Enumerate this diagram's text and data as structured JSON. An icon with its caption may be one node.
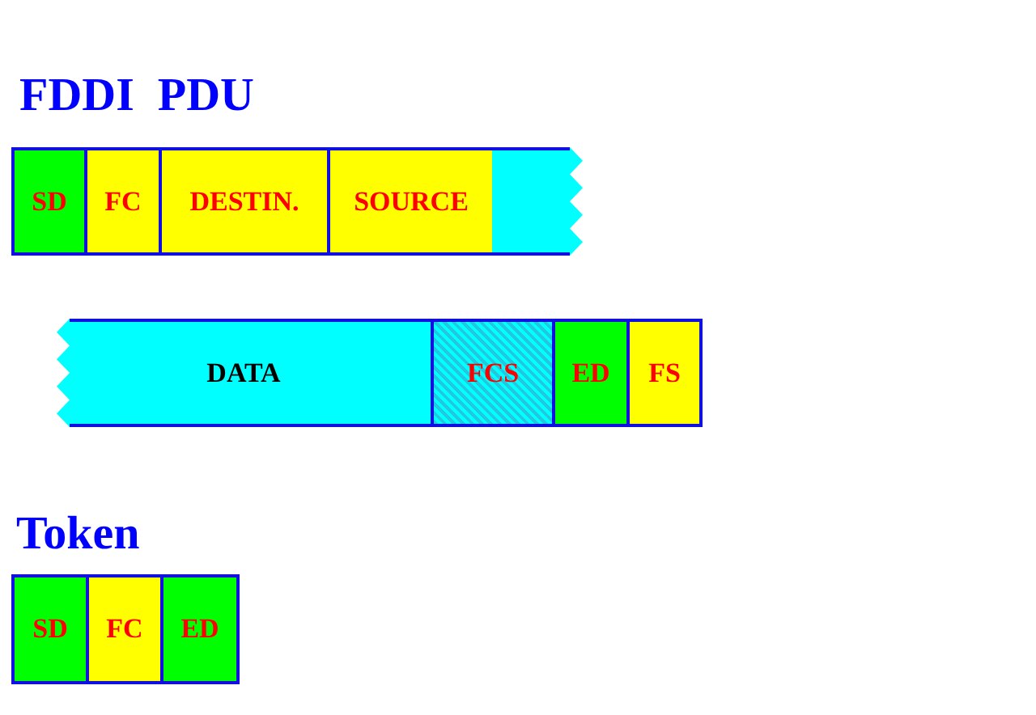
{
  "diagram": {
    "nodes": [
      {
        "text": [
          "SD"
        ]
      },
      {
        "text": [
          "FC"
        ]
      },
      {
        "text": [
          "DESTIN."
        ]
      },
      {
        "text": [
          "SOURCE"
        ]
      },
      {
        "text": [],
        "shape": "box"
      },
      {
        "text": [
          "DATA"
        ]
      },
      {
        "text": [
          "FCS"
        ]
      },
      {
        "text": [
          "ED"
        ]
      },
      {
        "text": [
          "FS"
        ]
      },
      {
        "text": [
          "SD"
        ]
      },
      {
        "text": [
          "FC"
        ]
      },
      {
        "text": [
          "ED"
        ]
      }
    ],
    "edges": [],
    "labels": [
      "FDDI  PDU",
      "Token"
    ]
  }
}
